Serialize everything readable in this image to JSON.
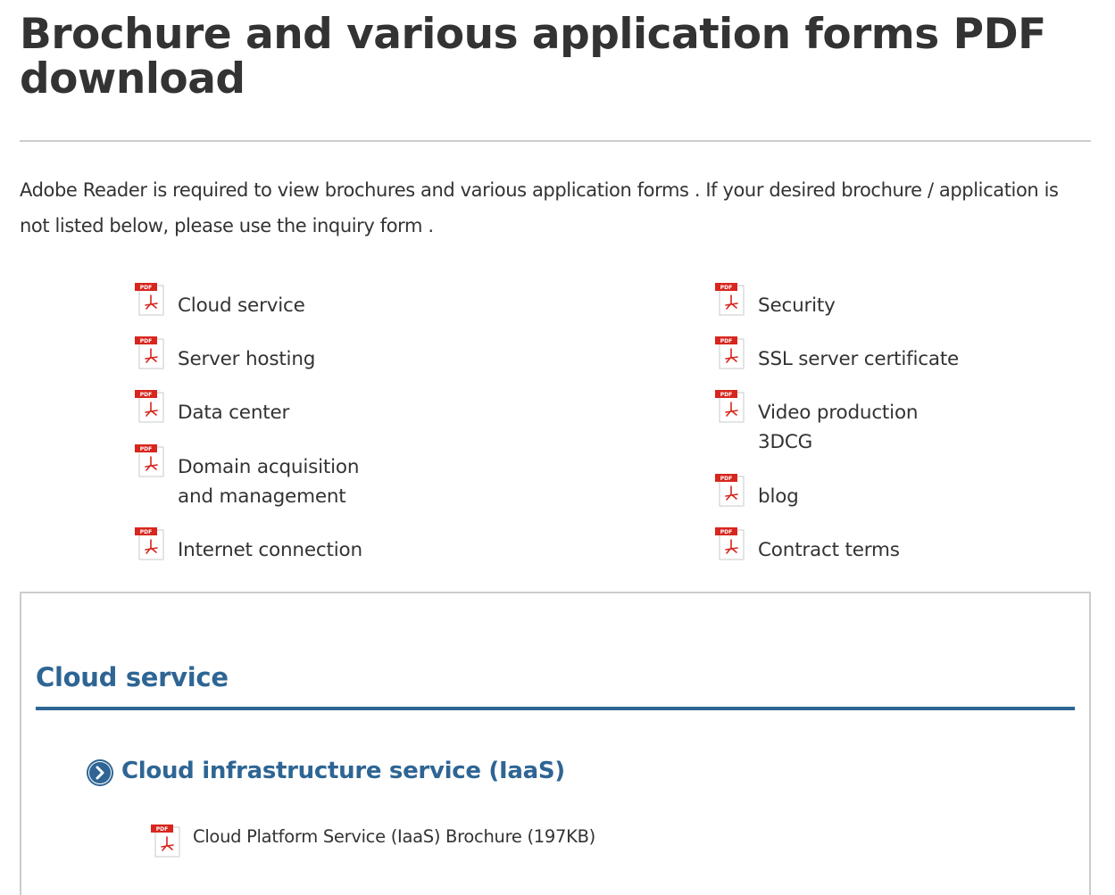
{
  "page": {
    "title": "Brochure and various application forms PDF download",
    "intro": "Adobe Reader is required to view brochures and various application forms . If your desired brochure / application is not listed below, please use the inquiry form ."
  },
  "downloads": {
    "left": [
      {
        "label": "Cloud service",
        "icon": "pdf-icon"
      },
      {
        "label": "Server hosting",
        "icon": "pdf-icon"
      },
      {
        "label": "Data center",
        "icon": "pdf-icon"
      },
      {
        "label": "Domain acquisition",
        "label2": "and management",
        "icon": "pdf-icon"
      },
      {
        "label": "Internet connection",
        "icon": "pdf-icon"
      }
    ],
    "right": [
      {
        "label": "Security",
        "icon": "pdf-icon"
      },
      {
        "label": "SSL server certificate",
        "icon": "pdf-icon"
      },
      {
        "label": "Video production",
        "label2": "3DCG",
        "icon": "pdf-icon"
      },
      {
        "label": "blog",
        "icon": "pdf-icon"
      },
      {
        "label": "Contract terms",
        "icon": "pdf-icon"
      }
    ]
  },
  "section": {
    "heading": "Cloud service",
    "subheading": "Cloud infrastructure service (IaaS)",
    "subheading_icon": "chevron-right-circle-icon",
    "documents": [
      {
        "label": "Cloud Platform Service (IaaS) Brochure (197KB)",
        "icon": "pdf-icon"
      }
    ]
  },
  "colors": {
    "accent": "#2e6594",
    "text": "#333333",
    "pdf_red": "#d7261e",
    "divider": "#cccccc"
  }
}
